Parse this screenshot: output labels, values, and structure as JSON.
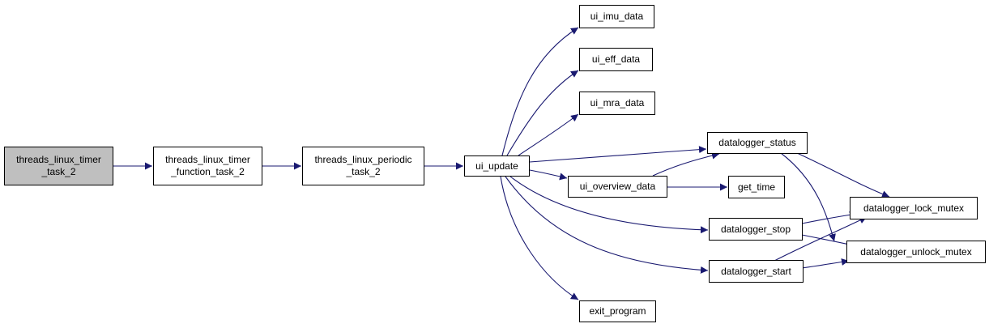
{
  "graph": {
    "edge_color": "#191970",
    "root_fill": "#bfbfbf",
    "nodes": [
      {
        "id": "tlt2",
        "label": "threads_linux_timer\n_task_2"
      },
      {
        "id": "tltf2",
        "label": "threads_linux_timer\n_function_task_2"
      },
      {
        "id": "tlpt2",
        "label": "threads_linux_periodic\n_task_2"
      },
      {
        "id": "uiupd",
        "label": "ui_update"
      },
      {
        "id": "imu",
        "label": "ui_imu_data"
      },
      {
        "id": "eff",
        "label": "ui_eff_data"
      },
      {
        "id": "mra",
        "label": "ui_mra_data"
      },
      {
        "id": "ovw",
        "label": "ui_overview_data"
      },
      {
        "id": "exitp",
        "label": "exit_program"
      },
      {
        "id": "dstat",
        "label": "datalogger_status"
      },
      {
        "id": "gtime",
        "label": "get_time"
      },
      {
        "id": "dstop",
        "label": "datalogger_stop"
      },
      {
        "id": "dstart",
        "label": "datalogger_start"
      },
      {
        "id": "dlock",
        "label": "datalogger_lock_mutex"
      },
      {
        "id": "dunlock",
        "label": "datalogger_unlock_mutex"
      }
    ],
    "edges": [
      [
        "tlt2",
        "tltf2"
      ],
      [
        "tltf2",
        "tlpt2"
      ],
      [
        "tlpt2",
        "uiupd"
      ],
      [
        "uiupd",
        "imu"
      ],
      [
        "uiupd",
        "eff"
      ],
      [
        "uiupd",
        "mra"
      ],
      [
        "uiupd",
        "dstat"
      ],
      [
        "uiupd",
        "ovw"
      ],
      [
        "uiupd",
        "dstop"
      ],
      [
        "uiupd",
        "dstart"
      ],
      [
        "uiupd",
        "exitp"
      ],
      [
        "ovw",
        "dstat"
      ],
      [
        "ovw",
        "gtime"
      ],
      [
        "dstat",
        "dlock"
      ],
      [
        "dstat",
        "dunlock"
      ],
      [
        "dstop",
        "dlock"
      ],
      [
        "dstop",
        "dunlock"
      ],
      [
        "dstart",
        "dlock"
      ],
      [
        "dstart",
        "dunlock"
      ]
    ]
  }
}
